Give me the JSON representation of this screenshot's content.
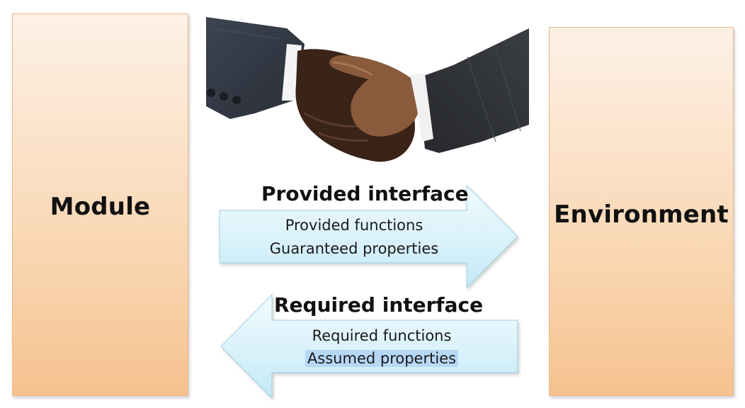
{
  "module_box": {
    "label": "Module"
  },
  "environment_box": {
    "label": "Environment"
  },
  "provided_interface": {
    "title": "Provided interface",
    "lines": [
      "Provided functions",
      "Guaranteed properties"
    ],
    "direction": "right"
  },
  "required_interface": {
    "title": "Required interface",
    "lines": [
      "Required functions",
      "Assumed properties"
    ],
    "direction": "left",
    "highlighted_line": "Assumed properties"
  },
  "image": {
    "subject": "handshake-photo"
  },
  "colors": {
    "box_fill_top": "#fdf1e6",
    "box_fill_bottom": "#f6c28f",
    "arrow_fill_top": "#f2fbfe",
    "arrow_fill_bottom": "#c3e9f6",
    "arrow_stroke": "#9fcfe3",
    "highlight": "#b7d8f5"
  }
}
